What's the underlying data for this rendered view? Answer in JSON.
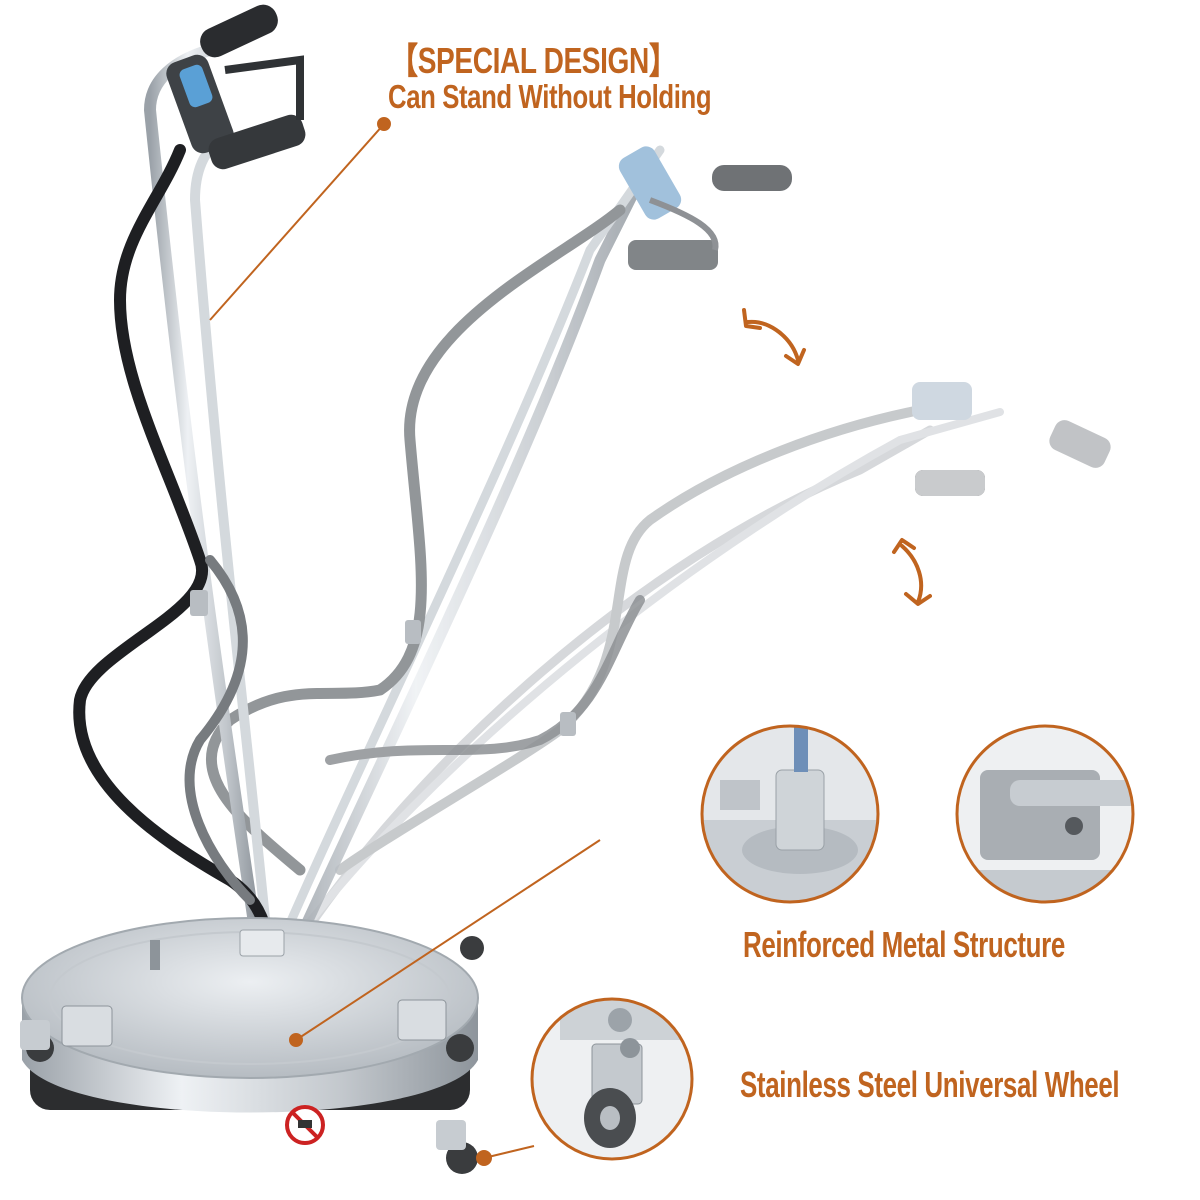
{
  "callouts": {
    "special_design_title": "【SPECIAL DESIGN】",
    "special_design_subtitle": "Can Stand Without Holding",
    "metal_structure": "Reinforced Metal Structure",
    "universal_wheel": "Stainless Steel Universal Wheel"
  },
  "colors": {
    "accent": "#c0641f",
    "steel": "#c9ced3",
    "hose_dark": "#1e1f22",
    "hose_gray": "#8a8d90",
    "hose_light": "#b9bcbf"
  },
  "icons": {
    "adjust_arrow_upper": "curved-double-arrow-icon",
    "adjust_arrow_lower": "curved-double-arrow-icon",
    "warning_sign": "no-hands-warning-icon"
  }
}
